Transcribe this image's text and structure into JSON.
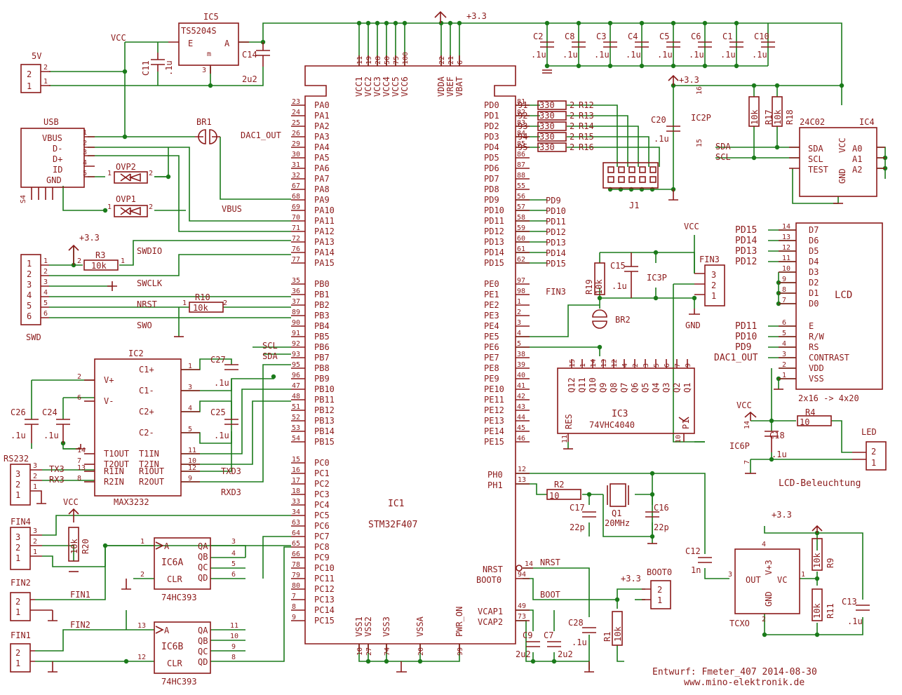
{
  "parts": {
    "ic1": {
      "ref": "IC1",
      "value": "STM32F407"
    },
    "ic2": {
      "ref": "IC2",
      "value": "MAX3232"
    },
    "ic3": {
      "ref": "IC3",
      "value": "74VHC4040"
    },
    "ic4": {
      "ref": "IC4",
      "value": "24C02"
    },
    "ic5": {
      "ref": "IC5",
      "value": "TS5204S"
    },
    "ic6a": {
      "ref": "IC6A",
      "value": "74HC393"
    },
    "ic6b": {
      "ref": "IC6B",
      "value": "74HC393"
    },
    "lcd": {
      "ref": "LCD",
      "value": "2x16 -> 4x20"
    },
    "tcxo": {
      "ref": "TCXO"
    },
    "q1": {
      "ref": "Q1",
      "value": "20MHz"
    },
    "br1": "BR1",
    "br2": "BR2",
    "j1": "J1",
    "ovp1": "OVP1",
    "ovp2": "OVP2"
  },
  "connectors": {
    "p5v": "5V",
    "usb": "USB",
    "swd": "SWD",
    "rs232": "RS232",
    "fin4": "FIN4",
    "fin3": "FIN3",
    "fin2": "FIN2",
    "fin1": "FIN1",
    "led": "LED",
    "boot0": "BOOT0",
    "ic2p": "IC2P",
    "ic3p": "IC3P",
    "ic6p": "IC6P",
    "s4": "S4"
  },
  "nets": {
    "vcc": "VCC",
    "v33": "+3.3",
    "gnd": "GND",
    "dac1_out": "DAC1_OUT",
    "vbus": "VBUS",
    "swdio": "SWDIO",
    "swclk": "SWCLK",
    "nrst": "NRST",
    "swo": "SWO",
    "scl": "SCL",
    "sda": "SDA",
    "txd3": "TXD3",
    "rxd3": "RXD3",
    "tx3": "TX3",
    "rx3": "RX3",
    "fin1": "FIN1",
    "fin2": "FIN2",
    "fin3": "FIN3",
    "boot": "BOOT",
    "lcd_bel": "LCD-Beleuchtung"
  },
  "ic1_pins": {
    "top": [
      "VCC1",
      "VCC2",
      "VCC3",
      "VCC4",
      "VCC5",
      "VCC6",
      "VDDA",
      "VREF",
      "VBAT"
    ],
    "top_nums": [
      "11",
      "19",
      "28",
      "50",
      "75",
      "100",
      "22",
      "21",
      "6"
    ],
    "bottom": [
      "VSS1",
      "VSS2",
      "VSS3",
      "VSSA",
      "PWR_ON"
    ],
    "bottom_nums": [
      "10",
      "27",
      "74",
      "20",
      "99"
    ],
    "left": [
      {
        "n": "23",
        "l": "PA0"
      },
      {
        "n": "24",
        "l": "PA1"
      },
      {
        "n": "25",
        "l": "PA2"
      },
      {
        "n": "26",
        "l": "PA3"
      },
      {
        "n": "29",
        "l": "PA4"
      },
      {
        "n": "30",
        "l": "PA5"
      },
      {
        "n": "31",
        "l": "PA6"
      },
      {
        "n": "32",
        "l": "PA7"
      },
      {
        "n": "67",
        "l": "PA8"
      },
      {
        "n": "68",
        "l": "PA9"
      },
      {
        "n": "69",
        "l": "PA10"
      },
      {
        "n": "70",
        "l": "PA11"
      },
      {
        "n": "71",
        "l": "PA12"
      },
      {
        "n": "72",
        "l": "PA13"
      },
      {
        "n": "76",
        "l": "PA14"
      },
      {
        "n": "77",
        "l": "PA15"
      },
      {
        "n": "35",
        "l": "PB0"
      },
      {
        "n": "36",
        "l": "PB1"
      },
      {
        "n": "37",
        "l": "PB2"
      },
      {
        "n": "89",
        "l": "PB3"
      },
      {
        "n": "90",
        "l": "PB4"
      },
      {
        "n": "91",
        "l": "PB5"
      },
      {
        "n": "92",
        "l": "PB6"
      },
      {
        "n": "93",
        "l": "PB7"
      },
      {
        "n": "95",
        "l": "PB8"
      },
      {
        "n": "96",
        "l": "PB9"
      },
      {
        "n": "47",
        "l": "PB10"
      },
      {
        "n": "48",
        "l": "PB11"
      },
      {
        "n": "51",
        "l": "PB12"
      },
      {
        "n": "52",
        "l": "PB13"
      },
      {
        "n": "53",
        "l": "PB14"
      },
      {
        "n": "54",
        "l": "PB15"
      },
      {
        "n": "15",
        "l": "PC0"
      },
      {
        "n": "16",
        "l": "PC1"
      },
      {
        "n": "17",
        "l": "PC2"
      },
      {
        "n": "18",
        "l": "PC3"
      },
      {
        "n": "33",
        "l": "PC4"
      },
      {
        "n": "34",
        "l": "PC5"
      },
      {
        "n": "63",
        "l": "PC6"
      },
      {
        "n": "64",
        "l": "PC7"
      },
      {
        "n": "65",
        "l": "PC8"
      },
      {
        "n": "66",
        "l": "PC9"
      },
      {
        "n": "78",
        "l": "PC10"
      },
      {
        "n": "79",
        "l": "PC11"
      },
      {
        "n": "80",
        "l": "PC12"
      },
      {
        "n": "7",
        "l": "PC13"
      },
      {
        "n": "8",
        "l": "PC14"
      },
      {
        "n": "9",
        "l": "PC15"
      }
    ],
    "right": [
      {
        "n": "81",
        "l": "PD0"
      },
      {
        "n": "82",
        "l": "PD1"
      },
      {
        "n": "83",
        "l": "PD2"
      },
      {
        "n": "84",
        "l": "PD3"
      },
      {
        "n": "85",
        "l": "PD4"
      },
      {
        "n": "86",
        "l": "PD5"
      },
      {
        "n": "87",
        "l": "PD6"
      },
      {
        "n": "88",
        "l": "PD7"
      },
      {
        "n": "55",
        "l": "PD8"
      },
      {
        "n": "56",
        "l": "PD9"
      },
      {
        "n": "57",
        "l": "PD10"
      },
      {
        "n": "58",
        "l": "PD11"
      },
      {
        "n": "59",
        "l": "PD12"
      },
      {
        "n": "60",
        "l": "PD13"
      },
      {
        "n": "61",
        "l": "PD14"
      },
      {
        "n": "62",
        "l": "PD15"
      },
      {
        "n": "97",
        "l": "PE0"
      },
      {
        "n": "98",
        "l": "PE1"
      },
      {
        "n": "1",
        "l": "PE2"
      },
      {
        "n": "2",
        "l": "PE3"
      },
      {
        "n": "3",
        "l": "PE4"
      },
      {
        "n": "4",
        "l": "PE5"
      },
      {
        "n": "5",
        "l": "PE6"
      },
      {
        "n": "38",
        "l": "PE7"
      },
      {
        "n": "39",
        "l": "PE8"
      },
      {
        "n": "40",
        "l": "PE9"
      },
      {
        "n": "41",
        "l": "PE10"
      },
      {
        "n": "42",
        "l": "PE11"
      },
      {
        "n": "43",
        "l": "PE12"
      },
      {
        "n": "44",
        "l": "PE13"
      },
      {
        "n": "45",
        "l": "PE14"
      },
      {
        "n": "46",
        "l": "PE15"
      }
    ],
    "right_sigs": [
      "PD9",
      "PD10",
      "PD11",
      "PD12",
      "PD13",
      "PD14",
      "PD15"
    ],
    "ph": [
      {
        "n": "12",
        "l": "PH0"
      },
      {
        "n": "13",
        "l": "PH1"
      }
    ],
    "misc": [
      {
        "n": "14",
        "l": "NRST"
      },
      {
        "n": "94",
        "l": "BOOT0"
      },
      {
        "n": "49",
        "l": "VCAP1"
      },
      {
        "n": "73",
        "l": "VCAP2"
      }
    ]
  },
  "top_caps": [
    {
      "ref": "C2",
      "val": ".1u"
    },
    {
      "ref": "C8",
      "val": ".1u"
    },
    {
      "ref": "C3",
      "val": ".1u"
    },
    {
      "ref": "C4",
      "val": ".1u"
    },
    {
      "ref": "C5",
      "val": ".1u"
    },
    {
      "ref": "C6",
      "val": ".1u"
    },
    {
      "ref": "C1",
      "val": ".1u"
    },
    {
      "ref": "C10",
      "val": ".1u"
    }
  ],
  "res_array": [
    {
      "pin": "91",
      "ref": "R12",
      "val": "330"
    },
    {
      "pin": "92",
      "ref": "R13",
      "val": "330"
    },
    {
      "pin": "93",
      "ref": "R14",
      "val": "330"
    },
    {
      "pin": "94",
      "ref": "R15",
      "val": "330"
    },
    {
      "pin": "95",
      "ref": "R16",
      "val": "330"
    }
  ],
  "lcd_pins": [
    {
      "net": "PD15",
      "n": "14",
      "l": "D7"
    },
    {
      "net": "PD14",
      "n": "13",
      "l": "D6"
    },
    {
      "net": "PD13",
      "n": "12",
      "l": "D5"
    },
    {
      "net": "PD12",
      "n": "11",
      "l": "D4"
    },
    {
      "net": "",
      "n": "10",
      "l": "D3"
    },
    {
      "net": "",
      "n": "9",
      "l": "D2"
    },
    {
      "net": "",
      "n": "8",
      "l": "D1"
    },
    {
      "net": "",
      "n": "7",
      "l": "D0"
    },
    {
      "net": "PD11",
      "n": "6",
      "l": "E"
    },
    {
      "net": "PD10",
      "n": "5",
      "l": "R/W"
    },
    {
      "net": "PD9",
      "n": "4",
      "l": "RS"
    },
    {
      "net": "DAC1_OUT",
      "n": "3",
      "l": "CONTRAST"
    },
    {
      "net": "",
      "n": "2",
      "l": "VDD"
    },
    {
      "net": "",
      "n": "1",
      "l": "VSS"
    }
  ],
  "ic3_pins": {
    "tops": [
      "15",
      "1",
      "14",
      "13",
      "12",
      "4",
      "2",
      "3",
      "5",
      "6",
      "7",
      "9"
    ],
    "labels": [
      "Q12",
      "Q11",
      "Q10",
      "Q9",
      "Q8",
      "Q7",
      "Q6",
      "Q5",
      "Q4",
      "Q3",
      "Q2",
      "Q1"
    ],
    "res": "RES",
    "p1": "P1",
    "n11": "11",
    "n10": "10"
  },
  "ic2_pins": {
    "left": [
      {
        "n": "2",
        "l": "V+"
      },
      {
        "n": "6",
        "l": "V-"
      },
      {
        "n": "14",
        "l": "T1OUT"
      },
      {
        "n": "7",
        "l": "T2OUT"
      },
      {
        "n": "13",
        "l": "R1IN"
      },
      {
        "n": "8",
        "l": "R2IN"
      }
    ],
    "right": [
      {
        "n": "1",
        "l": "C1+"
      },
      {
        "n": "3",
        "l": "C1-"
      },
      {
        "n": "4",
        "l": "C2+"
      },
      {
        "n": "5",
        "l": "C2-"
      },
      {
        "n": "11",
        "l": "T1IN"
      },
      {
        "n": "10",
        "l": "T2IN"
      },
      {
        "n": "12",
        "l": "R1OUT"
      },
      {
        "n": "9",
        "l": "R2OUT"
      }
    ]
  },
  "caps": {
    "c11": "C11",
    "c11v": ".1u",
    "c14": "C14",
    "c14v": "2u2",
    "c15": "C15",
    "c15v": ".1u",
    "c16": "C16",
    "c16v": "22p",
    "c17": "C17",
    "c17v": "22p",
    "c18": "C18",
    "c18v": ".1u",
    "c20": "C20",
    "c20v": ".1u",
    "c24": "C24",
    "c24v": ".1u",
    "c25": "C25",
    "c25v": ".1u",
    "c26": "C26",
    "c26v": ".1u",
    "c27": "C27",
    "c27v": ".1u",
    "c12": "C12",
    "c12v": "1n",
    "c13": "C13",
    "c13v": ".1u",
    "c9": "C9",
    "c9v": "2u2",
    "c7": "C7",
    "c7v": "2u2",
    "c28": "C28",
    "c28v": ".1u"
  },
  "res": {
    "r1": "R1",
    "r1v": "10k",
    "r2": "R2",
    "r2v": "10",
    "r3": "R3",
    "r3v": "10k",
    "r4": "R4",
    "r4v": "10",
    "r9": "R9",
    "r9v": "10k",
    "r10": "R10",
    "r10v": "10k",
    "r11": "R11",
    "r11v": "10k",
    "r17": "R17",
    "r17v": "10k",
    "r18": "R18",
    "r18v": "10k",
    "r19": "R19",
    "r19v": "10k",
    "r20": "R20",
    "r20v": "10k"
  },
  "ic4_pins": {
    "sda": "SDA",
    "scl": "SCL",
    "test": "TEST",
    "vcc": "VCC",
    "gnd": "GND",
    "a0": "A0",
    "a1": "A1",
    "a2": "A2"
  },
  "ic5_pins": {
    "e": "E",
    "a": "A",
    "m": "m"
  },
  "ic6_pins": {
    "a": "A",
    "clr": "CLR",
    "qa": "QA",
    "qb": "QB",
    "qc": "QC",
    "qd": "QD"
  },
  "tcxo_pins": {
    "out": "OUT",
    "v3": "V+3",
    "vc": "VC",
    "gnd": "GND"
  },
  "usb_pins": [
    "VBUS",
    "D-",
    "D+",
    "ID",
    "GND"
  ],
  "footer": {
    "line1": "Entwurf: Fmeter_407 2014-08-30",
    "line2": "www.mino-elektronik.de"
  }
}
